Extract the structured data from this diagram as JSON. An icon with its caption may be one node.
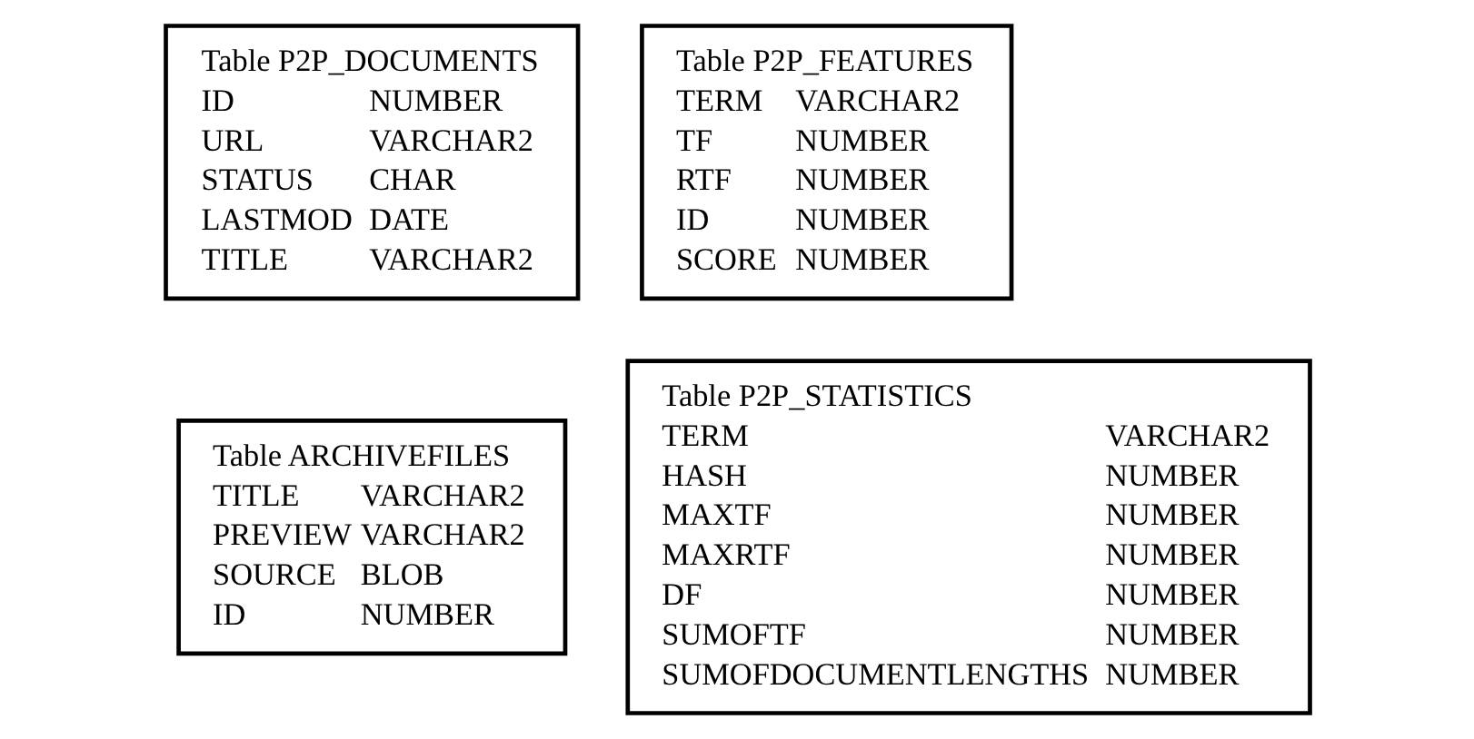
{
  "diagram": {
    "nodes": [
      {
        "text": [
          "Table P2P_DOCUMENTS",
          "ID",
          "NUMBER",
          "URL",
          "VARCHAR2",
          "STATUS",
          "CHAR",
          "LASTMOD",
          "DATE",
          "TITLE",
          "VARCHAR2"
        ]
      },
      {
        "text": [
          "Table P2P_FEATURES",
          "TERM",
          "VARCHAR2",
          "TF",
          "NUMBER",
          "RTF",
          "NUMBER",
          "ID",
          "NUMBER",
          "SCORE",
          "NUMBER"
        ]
      },
      {
        "text": [
          "Table ARCHIVEFILES",
          "TITLE",
          "VARCHAR2",
          "PREVIEW",
          "VARCHAR2",
          "SOURCE",
          "BLOB",
          "ID",
          "NUMBER"
        ]
      },
      {
        "text": [
          "Table P2P_STATISTICS",
          "TERM",
          "VARCHAR2",
          "HASH",
          "NUMBER",
          "MAXTF",
          "NUMBER",
          "MAXRTF",
          "NUMBER",
          "DF",
          "NUMBER",
          "SUMOFTF",
          "NUMBER",
          "SUMOFDOCUMENTLENGTHS",
          "NUMBER"
        ]
      }
    ],
    "edges": []
  }
}
